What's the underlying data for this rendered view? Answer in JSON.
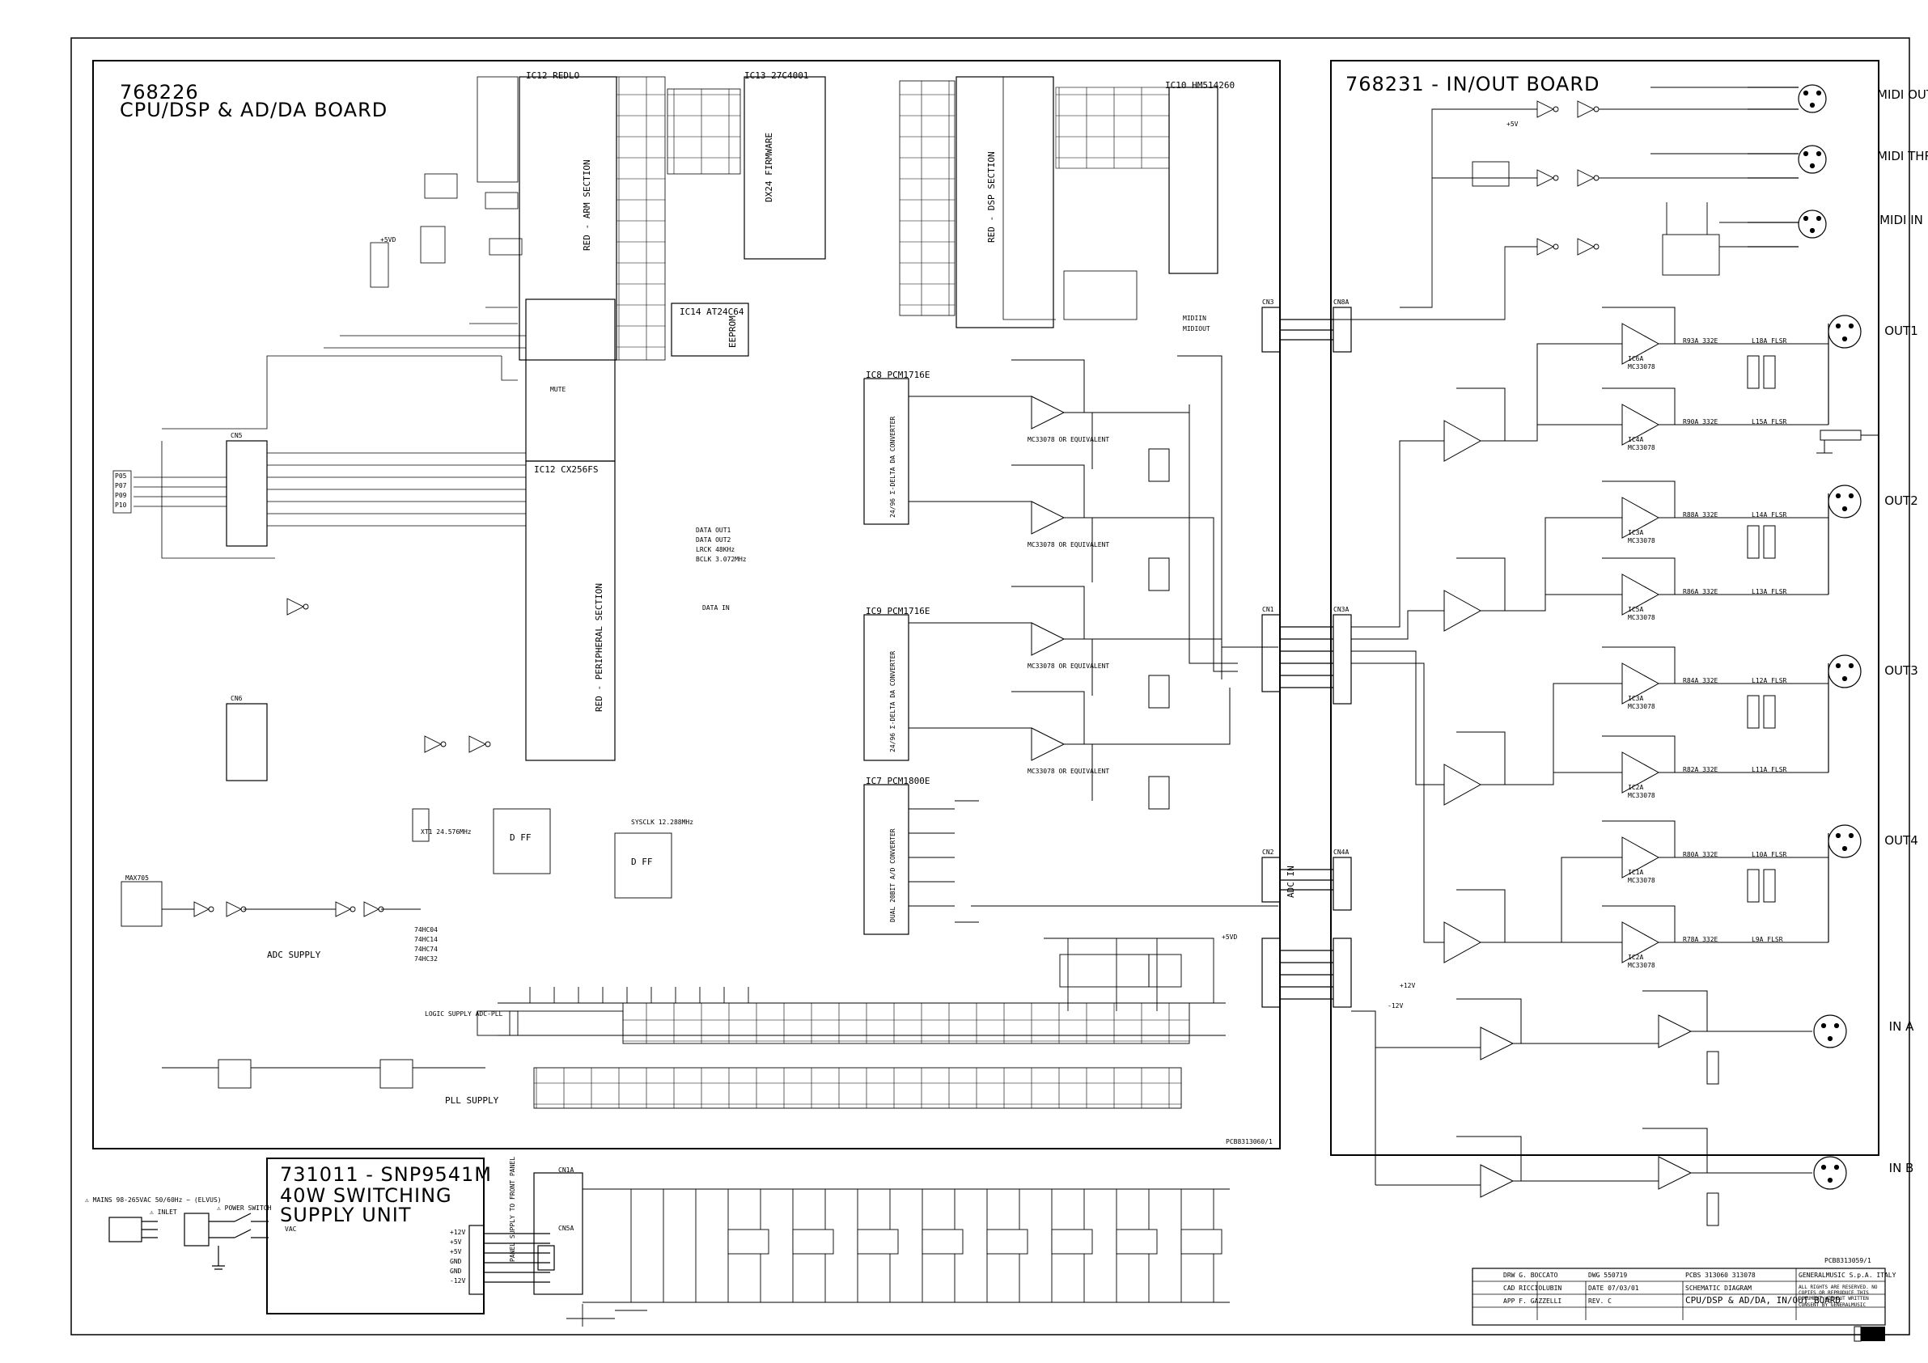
{
  "boards": {
    "cpu": {
      "id": "768226",
      "name": "CPU/DSP & AD/DA BOARD"
    },
    "io": {
      "id": "768231 - IN/OUT BOARD"
    },
    "psu": {
      "id": "731011 - SNP9541M",
      "line1": "40W SWITCHING",
      "line2": "SUPPLY UNIT"
    }
  },
  "ic_labels": {
    "ic12_arm": "RED - ARM SECTION",
    "ic12_dsp": "RED - DSP SECTION",
    "ic12_periph": "RED - PERIPHERAL SECTION",
    "firmware": "DX24 FIRMWARE",
    "ic13": "IC13 27C4001",
    "ic10": "IC10 HM514260",
    "ic14": "IC14 AT24C64",
    "eeprom": "EEPROM",
    "ic12_redlo": "IC12 REDLO",
    "ic12_cx": "IC12 CX256FS",
    "ic8": "IC8 PCM1716E",
    "ic9": "IC9 PCM1716E",
    "ic7": "IC7 PCM1800E",
    "dac_sigma": "24/96 Σ-DELTA DA CONVERTER",
    "adc_dual": "DUAL 20BIT A/D CONVERTER",
    "mc_equiv": "MC33078 OR EQUIVALENT"
  },
  "signals": {
    "data_out1": "DATA OUT1",
    "data_out2": "DATA OUT2",
    "lrck": "LRCK 48KHz",
    "bclk": "BCLK 3.072MHz",
    "sysclk": "SYSCLK 12.288MHz",
    "data_in": "DATA IN",
    "mute": "MUTE",
    "xtal": "XT1 24.576MHz",
    "dff": "D FF"
  },
  "supply_labels": {
    "adc_supply": "ADC SUPPLY",
    "logic_supply": "LOGIC SUPPLY ADC-PLL",
    "pll_supply": "PLL SUPPLY",
    "plus5vd": "+5VD",
    "plus5v": "+5V",
    "plus12v": "+12V",
    "minus12v": "-12V",
    "max705": "MAX705"
  },
  "connectors": {
    "cn3": "CN3",
    "cn8a": "CN8A",
    "cn1": "CN1",
    "cn3a": "CN3A",
    "cn2": "CN2",
    "cn4a": "CN4A",
    "cn5": "CN5",
    "cn6": "CN6",
    "cn1a": "CN1A",
    "cn5a": "CN5A",
    "midi_in_lbl": "MIDIIN",
    "midi_out_lbl": "MIDIOUT",
    "adc_in": "ADC IN",
    "panel_supply": "PANEL SUPPLY TO FRONT PANEL"
  },
  "io_labels": [
    {
      "name": "midi-out",
      "text": "MIDI OUT"
    },
    {
      "name": "midi-thru",
      "text": "MIDI THRU"
    },
    {
      "name": "midi-in",
      "text": "MIDI IN"
    },
    {
      "name": "out1",
      "text": "OUT1"
    },
    {
      "name": "out2",
      "text": "OUT2"
    },
    {
      "name": "out3",
      "text": "OUT3"
    },
    {
      "name": "out4",
      "text": "OUT4"
    },
    {
      "name": "in-a",
      "text": "IN A"
    },
    {
      "name": "in-b",
      "text": "IN B"
    }
  ],
  "mains": {
    "warning": "⚠ MAINS 98-265VAC 50/60Hz ~ (ELVUS)",
    "inlet": "⚠ INLET",
    "power_switch": "⚠ POWER SWITCH",
    "vac": "VAC"
  },
  "psu_outputs": [
    "+12V",
    "+5V",
    "+5V",
    "GND",
    "GND",
    "-12V"
  ],
  "pcb_refs": {
    "cpu": "PCB8313060/1",
    "io": "PCB8313059/1"
  },
  "title_block": {
    "drw": "DRW G. BOCCATO",
    "dwg": "DWG 550719",
    "pcbs": "PCBS 313060 313078",
    "company": "GENERALMUSIC S.p.A. ITALY",
    "cad": "CAD RICCIOLUBIN",
    "date": "DATE 07/03/01",
    "schematic": "SCHEMATIC DIAGRAM",
    "rights": "ALL RIGHTS ARE RESERVED. NO COPIES OR REPRODUCE THIS DOCUMENT WITHOUT WRITTEN CONSENT BY GENERALMUSIC",
    "app": "APP F. GAZZELLI",
    "rev": "REV. C",
    "description": "CPU/DSP & AD/DA, IN/OUT BOARD"
  },
  "digital_pins": [
    "P05",
    "P07",
    "P09",
    "P10"
  ],
  "output_stages": [
    {
      "ic": "IC6A",
      "part": "MC33078",
      "out_r": "R93A 332E",
      "coil": "L18A FLSR"
    },
    {
      "ic": "IC4A",
      "part": "MC33078",
      "out_r": "R90A 332E",
      "coil": "L15A FLSR"
    },
    {
      "ic": "IC3A",
      "part": "MC33078",
      "out_r": "R88A 332E",
      "coil": "L14A FLSR"
    },
    {
      "ic": "IC5A",
      "part": "MC33078",
      "out_r": "R86A 332E",
      "coil": "L13A FLSR"
    },
    {
      "ic": "IC3A",
      "part": "MC33078",
      "out_r": "R84A 332E",
      "coil": "L12A FLSR"
    },
    {
      "ic": "IC2A",
      "part": "MC33078",
      "out_r": "R82A 332E",
      "coil": "L11A FLSR"
    },
    {
      "ic": "IC1A",
      "part": "MC33078",
      "out_r": "R80A 332E",
      "coil": "L10A FLSR"
    },
    {
      "ic": "IC2A",
      "part": "MC33078",
      "out_r": "R78A 332E",
      "coil": "L9A FLSR"
    }
  ],
  "glue_logic": [
    "74HC04",
    "74HC14",
    "74HC74",
    "74HC32"
  ]
}
